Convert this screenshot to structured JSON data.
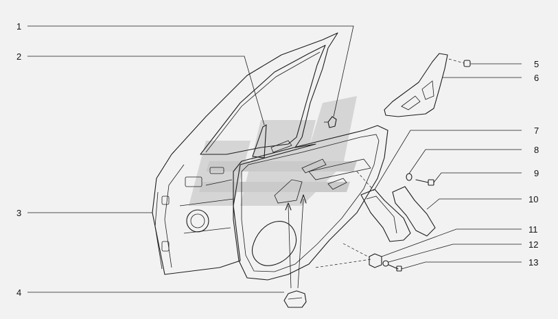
{
  "callouts": [
    {
      "id": "1",
      "label": "1"
    },
    {
      "id": "2",
      "label": "2"
    },
    {
      "id": "3",
      "label": "3"
    },
    {
      "id": "4",
      "label": "4"
    },
    {
      "id": "5",
      "label": "5"
    },
    {
      "id": "6",
      "label": "6"
    },
    {
      "id": "7",
      "label": "7"
    },
    {
      "id": "8",
      "label": "8"
    },
    {
      "id": "9",
      "label": "9"
    },
    {
      "id": "10",
      "label": "10"
    },
    {
      "id": "11",
      "label": "11"
    },
    {
      "id": "12",
      "label": "12"
    },
    {
      "id": "13",
      "label": "13"
    }
  ],
  "colors": {
    "background": "#f2f2f2",
    "line": "#1a1a1a",
    "watermark": "#cfcfcf"
  }
}
